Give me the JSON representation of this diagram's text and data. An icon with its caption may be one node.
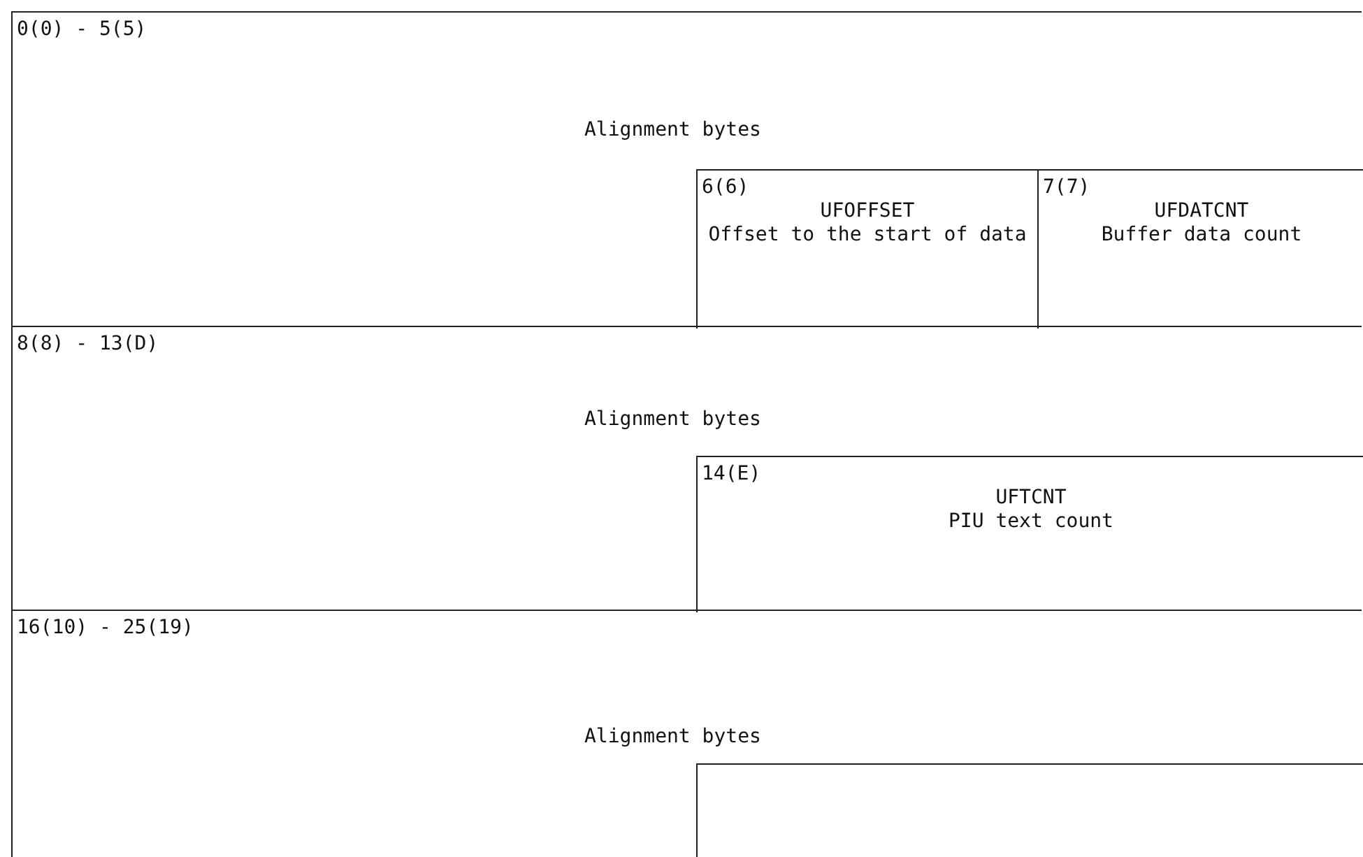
{
  "diagram": {
    "nodes": [
      {
        "text": [
          "0(0) - 5(5)",
          "Alignment bytes"
        ]
      },
      {
        "text": [
          "6(6)",
          "UFOFFSET",
          "Offset to the start of data"
        ],
        "in": 0
      },
      {
        "text": [
          "7(7)",
          "UFDATCNT",
          "Buffer data count"
        ],
        "in": 0
      },
      {
        "text": [
          "8(8) - 13(D)",
          "Alignment bytes"
        ]
      },
      {
        "text": [
          "14(E)",
          "UFTCNT",
          "PIU text count"
        ],
        "in": 3
      },
      {
        "text": [
          "16(10) - 25(19)",
          "Alignment bytes"
        ]
      },
      {
        "text": [],
        "shape": "box",
        "in": 5
      }
    ]
  }
}
